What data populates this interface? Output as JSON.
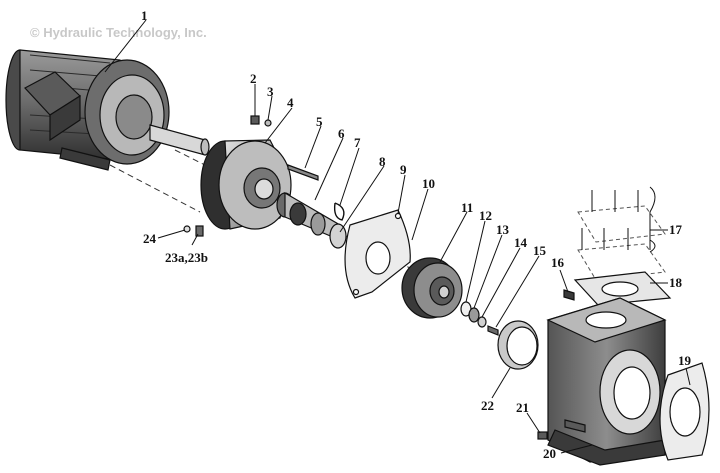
{
  "watermark": "© Hydraulic Technology, Inc.",
  "callouts": {
    "c1": "1",
    "c2": "2",
    "c3": "3",
    "c4": "4",
    "c5": "5",
    "c6": "6",
    "c7": "7",
    "c8": "8",
    "c9": "9",
    "c10": "10",
    "c11": "11",
    "c12": "12",
    "c13": "13",
    "c14": "14",
    "c15": "15",
    "c16": "16",
    "c17": "17",
    "c18": "18",
    "c19": "19",
    "c20": "20",
    "c21": "21",
    "c22": "22",
    "c23": "23a,23b",
    "c24": "24"
  },
  "colors": {
    "ink": "#111111",
    "shade_dark": "#3a3a3a",
    "shade_mid": "#8a8a8a",
    "shade_light": "#c9c9c9",
    "gasket": "#e6e6e6"
  }
}
